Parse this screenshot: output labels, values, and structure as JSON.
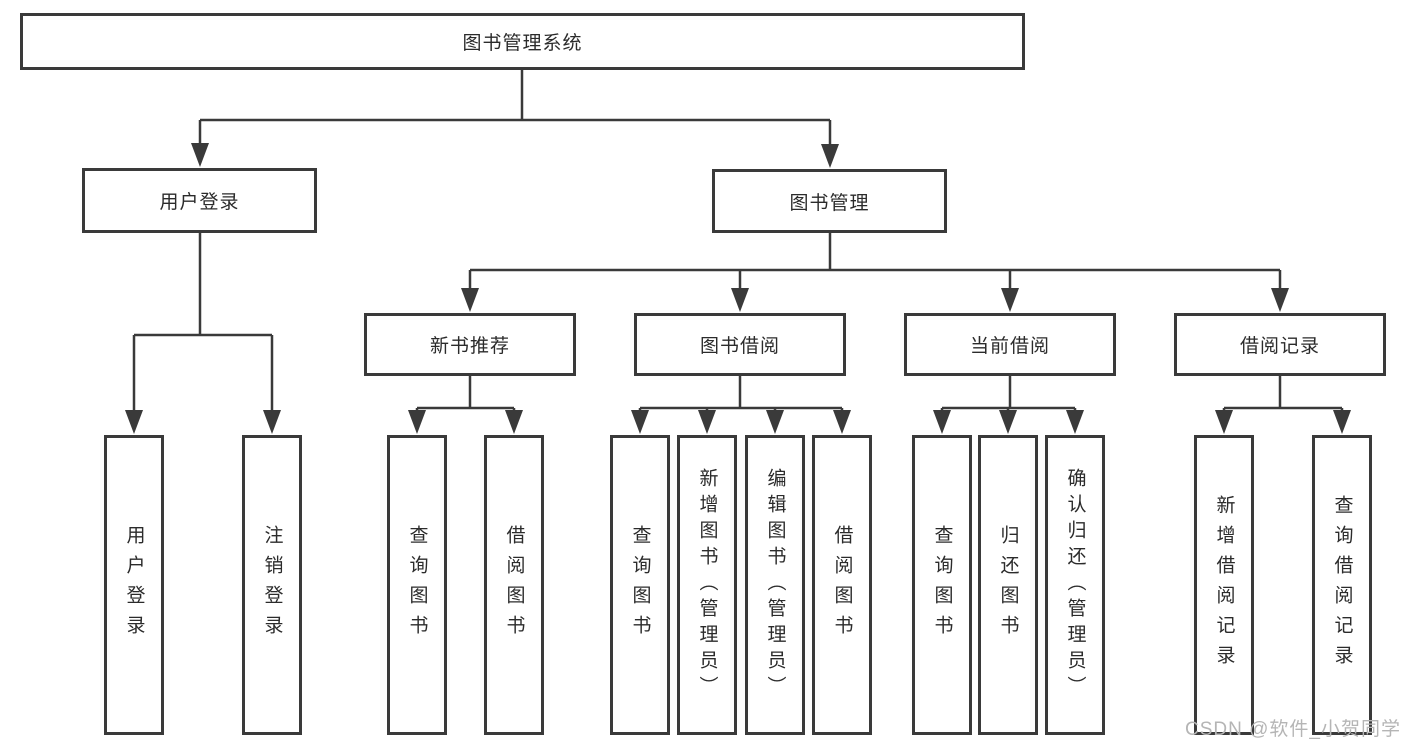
{
  "diagram": {
    "root": {
      "label": "图书管理系统"
    },
    "branches": [
      {
        "label": "用户登录",
        "children": [
          {
            "label": "用户登录"
          },
          {
            "label": "注销登录"
          }
        ]
      },
      {
        "label": "图书管理",
        "children": [
          {
            "label": "新书推荐",
            "children": [
              {
                "label": "查询图书"
              },
              {
                "label": "借阅图书"
              }
            ]
          },
          {
            "label": "图书借阅",
            "children": [
              {
                "label": "查询图书"
              },
              {
                "label": "新增图书（管理员）"
              },
              {
                "label": "编辑图书（管理员）"
              },
              {
                "label": "借阅图书"
              }
            ]
          },
          {
            "label": "当前借阅",
            "children": [
              {
                "label": "查询图书"
              },
              {
                "label": "归还图书"
              },
              {
                "label": "确认归还（管理员）"
              }
            ]
          },
          {
            "label": "借阅记录",
            "children": [
              {
                "label": "新增借阅记录"
              },
              {
                "label": "查询借阅记录"
              }
            ]
          }
        ]
      }
    ]
  },
  "watermark": {
    "text": "CSDN @软件_小贺同学"
  },
  "colors": {
    "line": "#3a3a3a",
    "box_border": "#3a3a3a",
    "box_fill": "#ffffff",
    "text": "#2b2b2b",
    "watermark": "#b5b5b5",
    "background": "#ffffff"
  }
}
